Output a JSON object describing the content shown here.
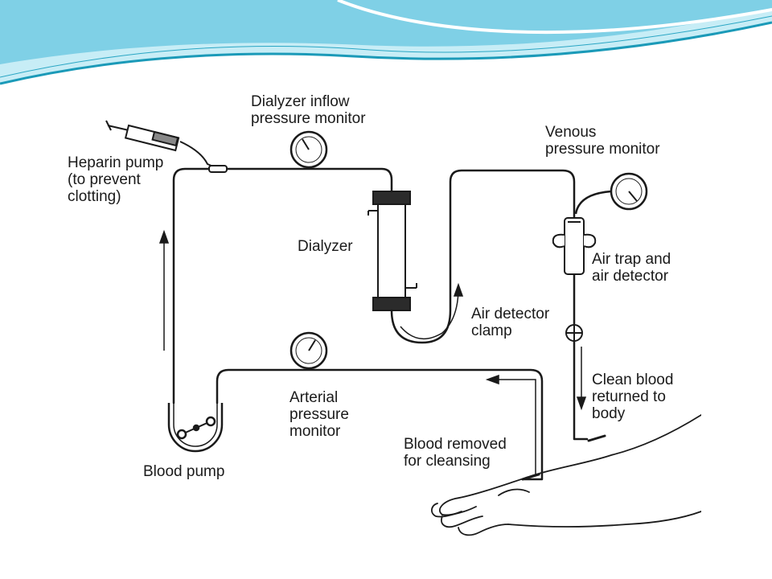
{
  "colors": {
    "wave_dark": "#1b9ab8",
    "wave_light": "#bfeaf5",
    "line": "#1a1a1a",
    "background": "#ffffff"
  },
  "labels": {
    "dialyzer_inflow_monitor": [
      "Dialyzer inflow",
      "pressure monitor"
    ],
    "heparin_pump": [
      "Heparin pump",
      "(to prevent",
      "clotting)"
    ],
    "venous_monitor": [
      "Venous",
      "pressure monitor"
    ],
    "dialyzer": [
      "Dialyzer"
    ],
    "air_trap": [
      "Air trap and",
      "air detector"
    ],
    "air_detector_clamp": [
      "Air detector",
      "clamp"
    ],
    "clean_blood": [
      "Clean blood",
      "returned to",
      "body"
    ],
    "arterial_monitor": [
      "Arterial",
      "pressure",
      "monitor"
    ],
    "blood_removed": [
      "Blood removed",
      "for cleansing"
    ],
    "blood_pump": [
      "Blood pump"
    ]
  }
}
